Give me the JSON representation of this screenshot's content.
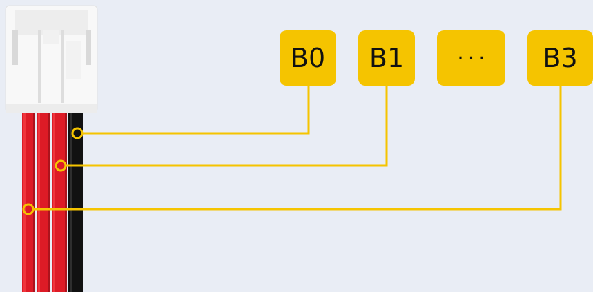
{
  "colors": {
    "background": "#e9edf5",
    "label_fill": "#f5c400",
    "connector_line": "#f5c400",
    "wire_red": "#dd1b26",
    "wire_black": "#111111",
    "connector_housing": "#f7f7f7"
  },
  "labels": [
    {
      "id": "b0",
      "text": "B0"
    },
    {
      "id": "b1",
      "text": "B1"
    },
    {
      "id": "ellipsis",
      "text": "···"
    },
    {
      "id": "b3",
      "text": "B3"
    }
  ],
  "connections": [
    {
      "from": "b0",
      "to": "wire-black"
    },
    {
      "from": "b1",
      "to": "wire-red-3"
    },
    {
      "from": "b3",
      "to": "wire-red-1"
    }
  ]
}
